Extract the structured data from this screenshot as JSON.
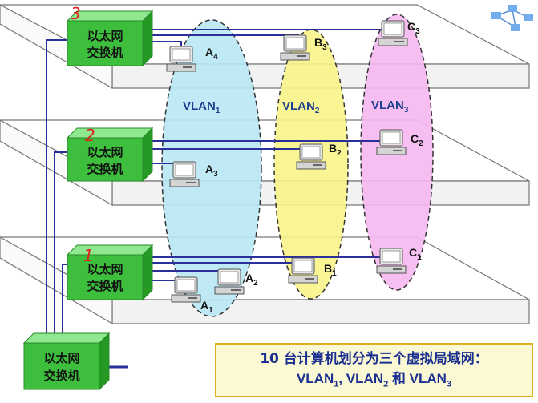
{
  "switches": {
    "floor3": {
      "line1": "以太网",
      "line2": "交换机"
    },
    "floor2": {
      "line1": "以太网",
      "line2": "交换机"
    },
    "floor1": {
      "line1": "以太网",
      "line2": "交换机"
    },
    "backbone": {
      "line1": "以太网",
      "line2": "交换机"
    }
  },
  "floor_numbers": {
    "f3": "3",
    "f2": "2",
    "f1": "1"
  },
  "vlans": [
    {
      "base": "VLAN",
      "sub": "1",
      "color": "#b8e8f4"
    },
    {
      "base": "VLAN",
      "sub": "2",
      "color": "#f8f48a"
    },
    {
      "base": "VLAN",
      "sub": "3",
      "color": "#f6b8f0"
    }
  ],
  "computers": {
    "a4": {
      "base": "A",
      "sub": "4"
    },
    "a3": {
      "base": "A",
      "sub": "3"
    },
    "a2": {
      "base": "A",
      "sub": "2"
    },
    "a1": {
      "base": "A",
      "sub": "1"
    },
    "b3": {
      "base": "B",
      "sub": "3"
    },
    "b2": {
      "base": "B",
      "sub": "2"
    },
    "b1": {
      "base": "B",
      "sub": "1"
    },
    "c3": {
      "base": "C",
      "sub": "3"
    },
    "c2": {
      "base": "C",
      "sub": "2"
    },
    "c1": {
      "base": "C",
      "sub": "1"
    }
  },
  "caption": {
    "line1": "10 台计算机划分为三个虚拟局域网：",
    "vlan_base": "VLAN",
    "v1": "1",
    "v2": "2",
    "v3": "3",
    "sep": ", ",
    "and": " 和 "
  },
  "colors": {
    "cable": "#2a2f9a",
    "switch_green": "#3dbf3d",
    "floor_edge": "#777777"
  }
}
